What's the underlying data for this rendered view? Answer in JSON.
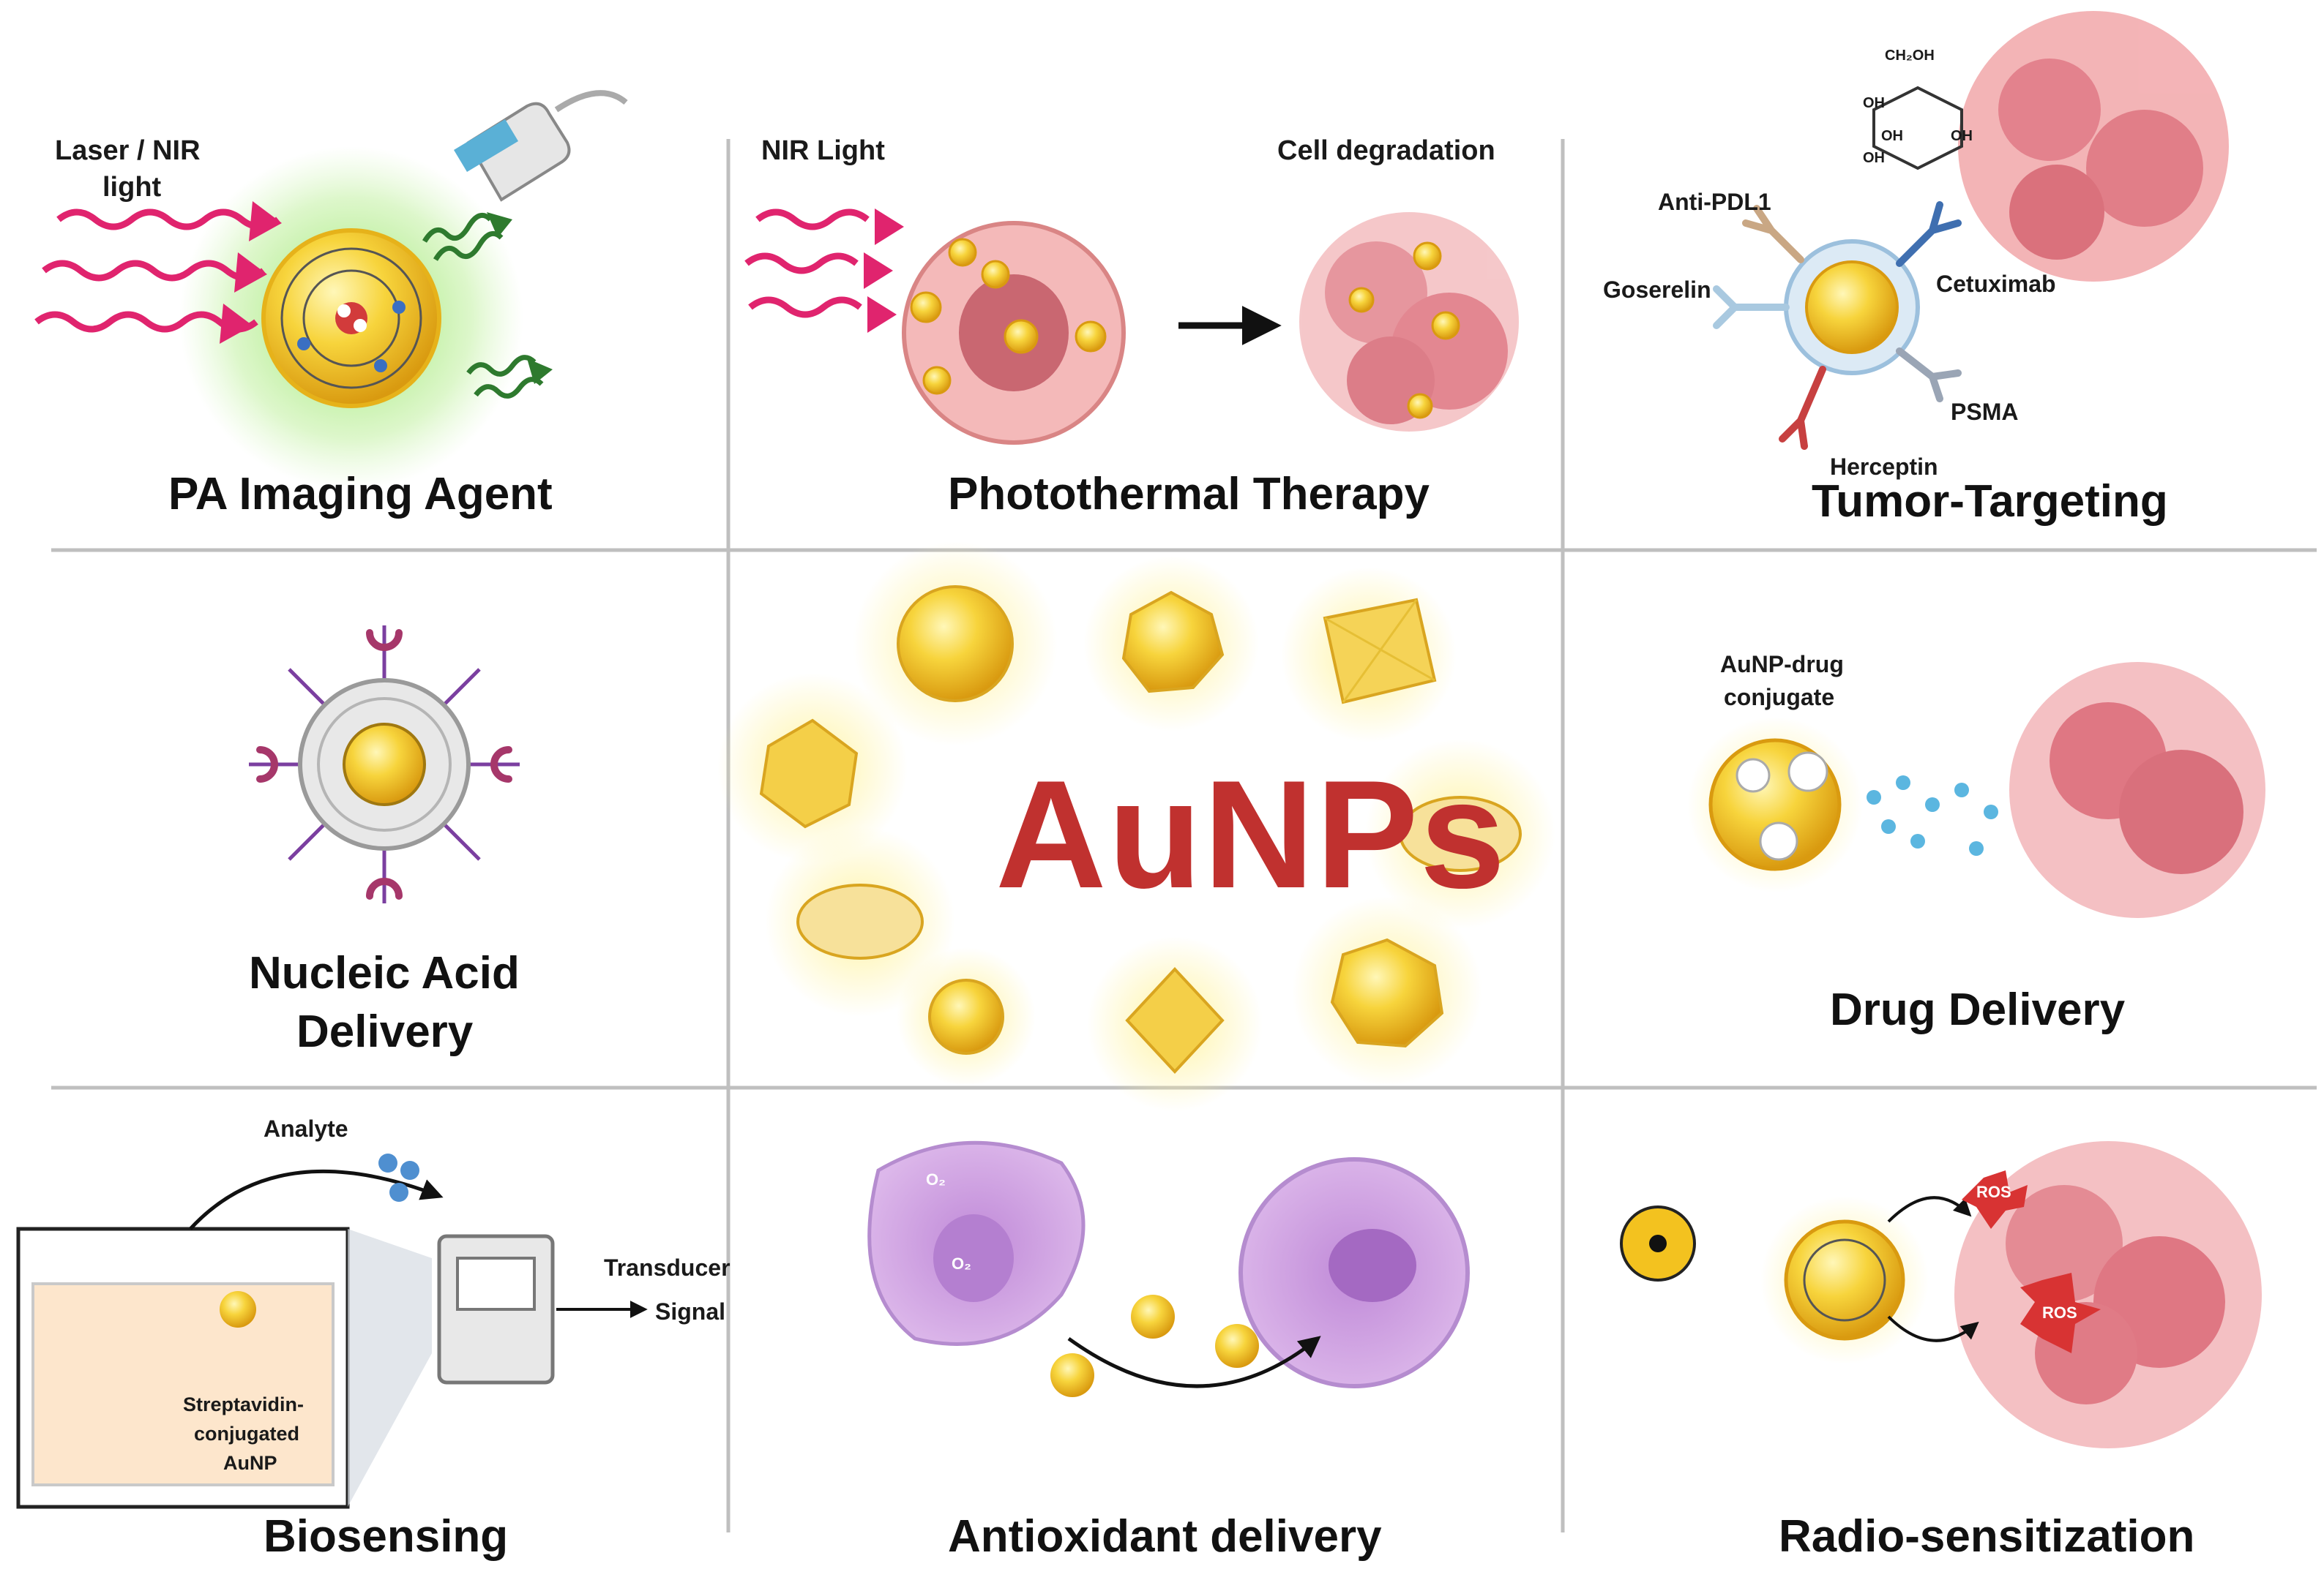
{
  "center_title": "AuNPs",
  "panels": {
    "pa_imaging": {
      "title": "PA Imaging Agent",
      "light_label": "Laser / NIR",
      "light_label_2": "light"
    },
    "photothermal": {
      "title": "Photothermal Therapy",
      "light_label": "NIR Light",
      "result_label": "Cell degradation"
    },
    "tumor_targeting": {
      "title": "Tumor-Targeting",
      "ligands": [
        "Anti-PDL1",
        "Goserelin",
        "Cetuximab",
        "PSMA",
        "Herceptin"
      ],
      "sugar_labels": [
        "CH₂OH",
        "OH",
        "OH",
        "OH",
        "OH"
      ]
    },
    "nucleic_acid": {
      "title_line1": "Nucleic Acid",
      "title_line2": "Delivery"
    },
    "drug_delivery": {
      "title": "Drug Delivery",
      "conjugate_line1": "AuNP-drug",
      "conjugate_line2": "conjugate"
    },
    "biosensing": {
      "title": "Biosensing",
      "analyte": "Analyte",
      "transducer": "Transducer",
      "signal": "Signal",
      "probe_line1": "Streptavidin-",
      "probe_line2": "conjugated",
      "probe_line3": "AuNP"
    },
    "antioxidant": {
      "title": "Antioxidant delivery",
      "species": "O₂"
    },
    "radiosensitization": {
      "title": "Radio-sensitization",
      "ros": "ROS"
    }
  },
  "colors": {
    "accent_red": "#c0312f",
    "gold": "#f2c230",
    "grid_line": "#bfbfbf",
    "tumor_pink": "#e88f96",
    "nir_magenta": "#e0246e"
  }
}
